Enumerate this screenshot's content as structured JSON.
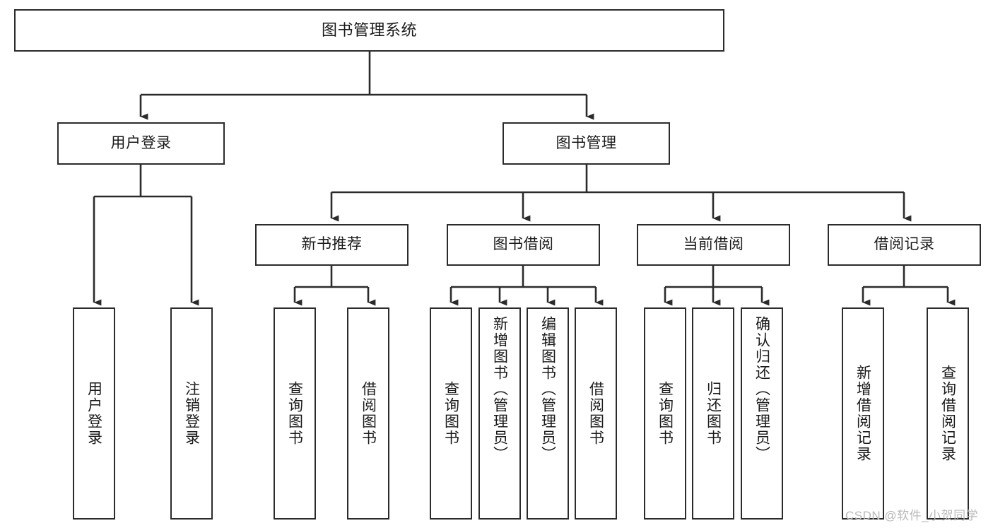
{
  "diagram": {
    "title": "图书管理系统",
    "type": "hierarchy-tree",
    "watermark": "CSDN @软件_小贺同学",
    "colors": {
      "box_border": "#2b2b2b",
      "box_fill": "#ffffff",
      "line": "#2b2b2b",
      "text": "#1a1a1a",
      "watermark": "#b9b9b9",
      "background": "#ffffff"
    },
    "nodes": {
      "root": {
        "label": "图书管理系统",
        "level": 1
      },
      "l2": [
        {
          "id": "user-login",
          "label": "用户登录",
          "level": 2
        },
        {
          "id": "book-management",
          "label": "图书管理",
          "level": 2
        }
      ],
      "l3": [
        {
          "id": "new-book-recommend",
          "label": "新书推荐",
          "level": 3,
          "parent": "book-management"
        },
        {
          "id": "book-borrow",
          "label": "图书借阅",
          "level": 3,
          "parent": "book-management"
        },
        {
          "id": "current-borrow",
          "label": "当前借阅",
          "level": 3,
          "parent": "book-management"
        },
        {
          "id": "borrow-record",
          "label": "借阅记录",
          "level": 3,
          "parent": "book-management"
        }
      ],
      "leaves": [
        {
          "id": "leaf-user-login",
          "label": "用户登录",
          "parent": "user-login"
        },
        {
          "id": "leaf-user-logout",
          "label": "注销登录",
          "parent": "user-login"
        },
        {
          "id": "leaf-query-book-1",
          "label": "查询图书",
          "parent": "new-book-recommend"
        },
        {
          "id": "leaf-borrow-book-1",
          "label": "借阅图书",
          "parent": "new-book-recommend"
        },
        {
          "id": "leaf-query-book-2",
          "label": "查询图书",
          "parent": "book-borrow"
        },
        {
          "id": "leaf-add-book",
          "label": "新增图书（管理员）",
          "parent": "book-borrow"
        },
        {
          "id": "leaf-edit-book",
          "label": "编辑图书（管理员）",
          "parent": "book-borrow"
        },
        {
          "id": "leaf-borrow-book-2",
          "label": "借阅图书",
          "parent": "book-borrow"
        },
        {
          "id": "leaf-query-book-3",
          "label": "查询图书",
          "parent": "current-borrow"
        },
        {
          "id": "leaf-return-book",
          "label": "归还图书",
          "parent": "current-borrow"
        },
        {
          "id": "leaf-confirm-return",
          "label": "确认归还（管理员）",
          "parent": "current-borrow"
        },
        {
          "id": "leaf-add-record",
          "label": "新增借阅记录",
          "parent": "borrow-record"
        },
        {
          "id": "leaf-query-record",
          "label": "查询借阅记录",
          "parent": "borrow-record"
        }
      ]
    }
  }
}
